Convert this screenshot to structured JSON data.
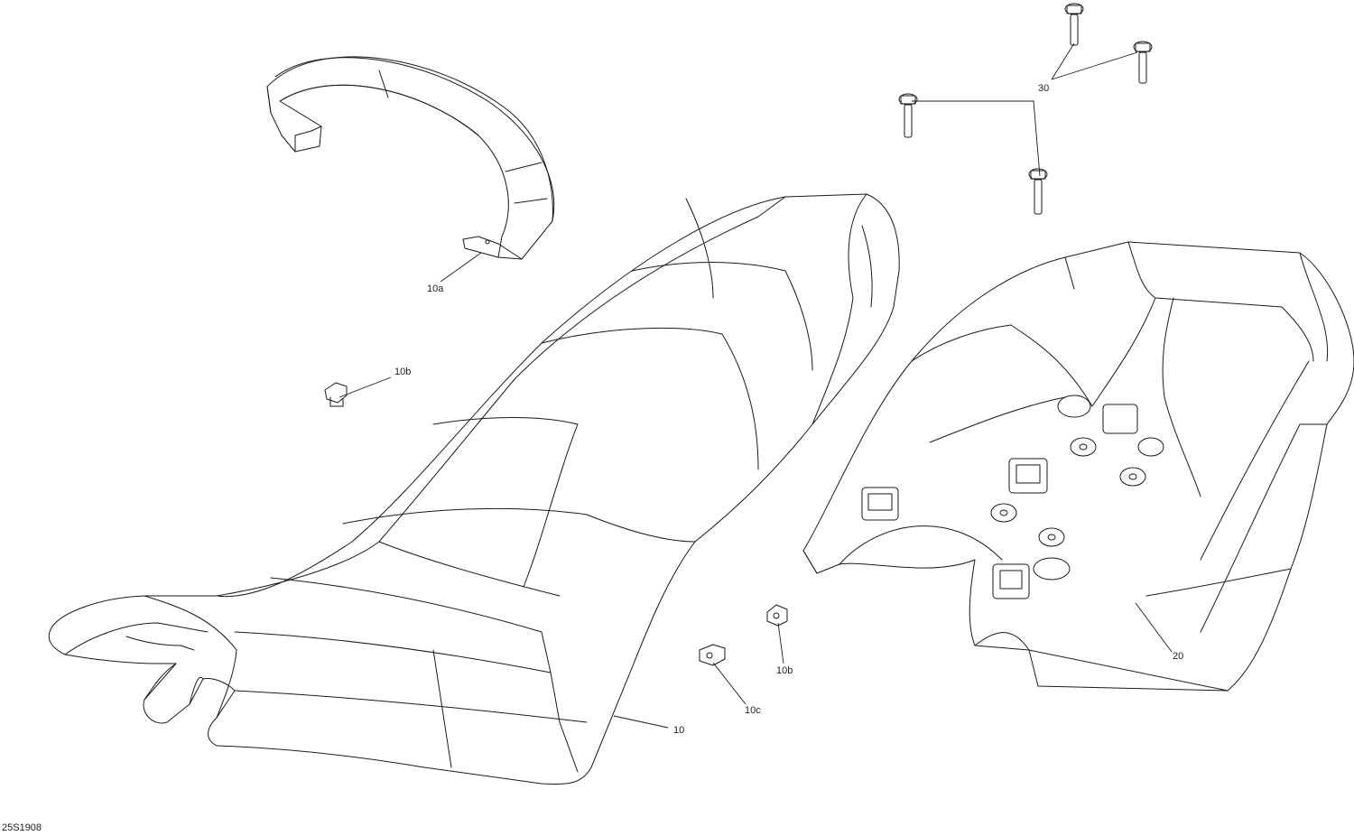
{
  "callouts": {
    "strap": "10a",
    "clip_left": "10b",
    "clip_right": "10b",
    "nut": "10c",
    "seat": "10",
    "base": "20",
    "screws": "30"
  },
  "drawing_number": "25S1908"
}
